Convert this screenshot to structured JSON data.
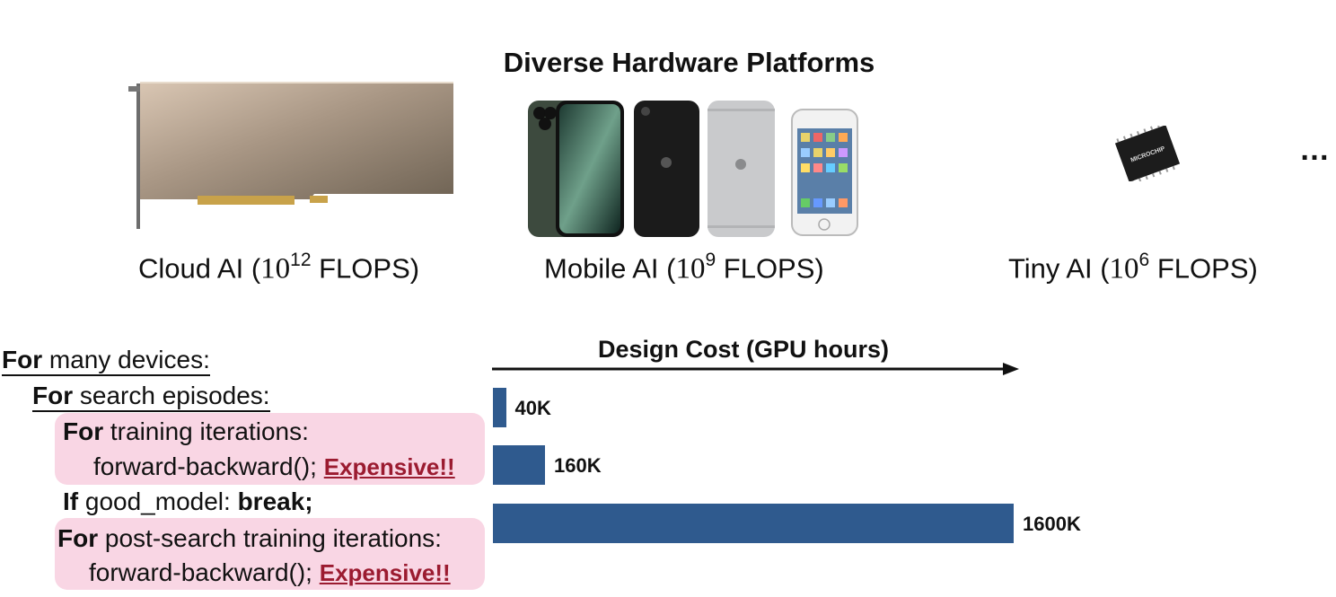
{
  "title": "Diverse Hardware Platforms",
  "platforms": [
    {
      "name": "Cloud AI",
      "exp": "12",
      "unit": "FLOPS"
    },
    {
      "name": "Mobile AI",
      "exp": "9",
      "unit": "FLOPS"
    },
    {
      "name": "Tiny AI",
      "exp": "6",
      "unit": "FLOPS"
    }
  ],
  "math_base": "10",
  "ellipsis": "…",
  "chip_brand": "MICROCHIP",
  "code": {
    "line1_kw": "For",
    "line1_rest": " many devices:",
    "line2_kw": "For",
    "line2_rest": " search episodes:",
    "line3_kw": "For",
    "line3_rest": " training iterations:",
    "line4_call": "forward-backward();",
    "line5_kw": "If",
    "line5_mid": " good_model: ",
    "line5_kw2": "break;",
    "line6_kw": "For",
    "line6_rest": " post-search training iterations:",
    "line7_call": "forward-backward();",
    "expensive": "Expensive!!"
  },
  "colors": {
    "bar": "#2f5a8e",
    "highlight": "#f9d6e4",
    "expensive": "#9b1b30"
  },
  "chart_data": {
    "type": "bar",
    "orientation": "horizontal",
    "title": "Design Cost (GPU hours)",
    "categories": [
      "",
      "",
      ""
    ],
    "values": [
      40000,
      160000,
      1600000
    ],
    "value_labels": [
      "40K",
      "160K",
      "1600K"
    ]
  }
}
